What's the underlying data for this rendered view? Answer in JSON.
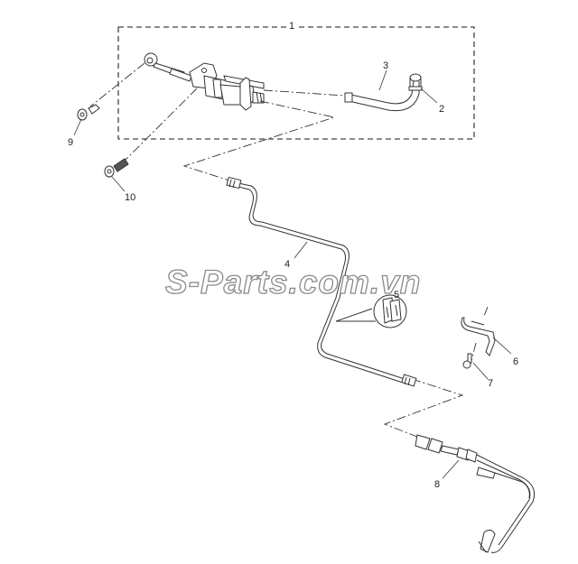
{
  "diagram": {
    "type": "exploded-parts-diagram",
    "subject": "Clutch hydraulic system (master cylinder, pipe, slave cylinder)",
    "colors": {
      "line": "#333333",
      "dashed_box": "#444444",
      "watermark_outline": "#8a8a8a",
      "background": "#ffffff"
    },
    "assembly_box": {
      "label": "1",
      "description": "Clutch master cylinder assembly group (dashed outline)"
    },
    "callouts": [
      {
        "id": "1",
        "label": "1",
        "part": "clutch-master-cylinder-assembly"
      },
      {
        "id": "2",
        "label": "2",
        "part": "hose-clamp"
      },
      {
        "id": "3",
        "label": "3",
        "part": "reservoir-hose"
      },
      {
        "id": "4",
        "label": "4",
        "part": "clutch-pipe"
      },
      {
        "id": "5",
        "label": "5",
        "part": "pipe-clip"
      },
      {
        "id": "6",
        "label": "6",
        "part": "bracket"
      },
      {
        "id": "7",
        "label": "7",
        "part": "bolt"
      },
      {
        "id": "8",
        "label": "8",
        "part": "slave-cylinder-hose"
      },
      {
        "id": "9",
        "label": "9",
        "part": "bolt"
      },
      {
        "id": "10",
        "label": "10",
        "part": "stud-bolt"
      }
    ]
  },
  "watermark": {
    "text": "S-Parts.com.vn"
  }
}
